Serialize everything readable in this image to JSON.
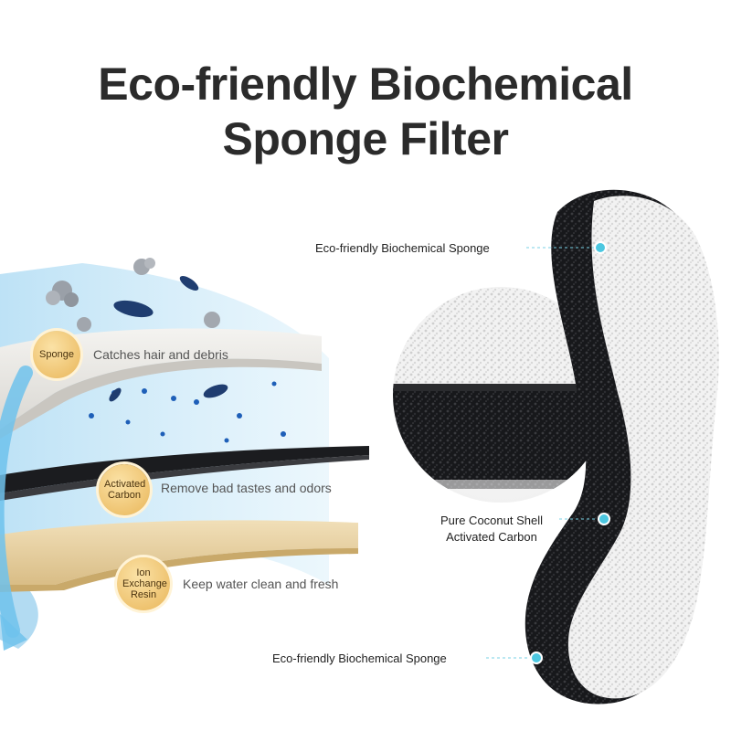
{
  "title": {
    "line1": "Eco-friendly Biochemical",
    "line2": "Sponge Filter"
  },
  "layers": [
    {
      "badge": "Sponge",
      "description": "Catches hair and debris"
    },
    {
      "badge": "Activated Carbon",
      "description": "Remove bad tastes and odors"
    },
    {
      "badge": "Ion Exchange Resin",
      "description": "Keep water clean and fresh"
    }
  ],
  "callouts": {
    "top": "Eco-friendly Biochemical Sponge",
    "middle_line1": "Pure Coconut Shell",
    "middle_line2": "Activated Carbon",
    "bottom": "Eco-friendly Biochemical Sponge"
  },
  "colors": {
    "water": "#bfe3f7",
    "sponge": "#eeeeec",
    "carbon": "#1c1d20",
    "resin": "#e9d3a6",
    "badge": "#f1c774",
    "accent_dot": "#4cc7e0"
  }
}
